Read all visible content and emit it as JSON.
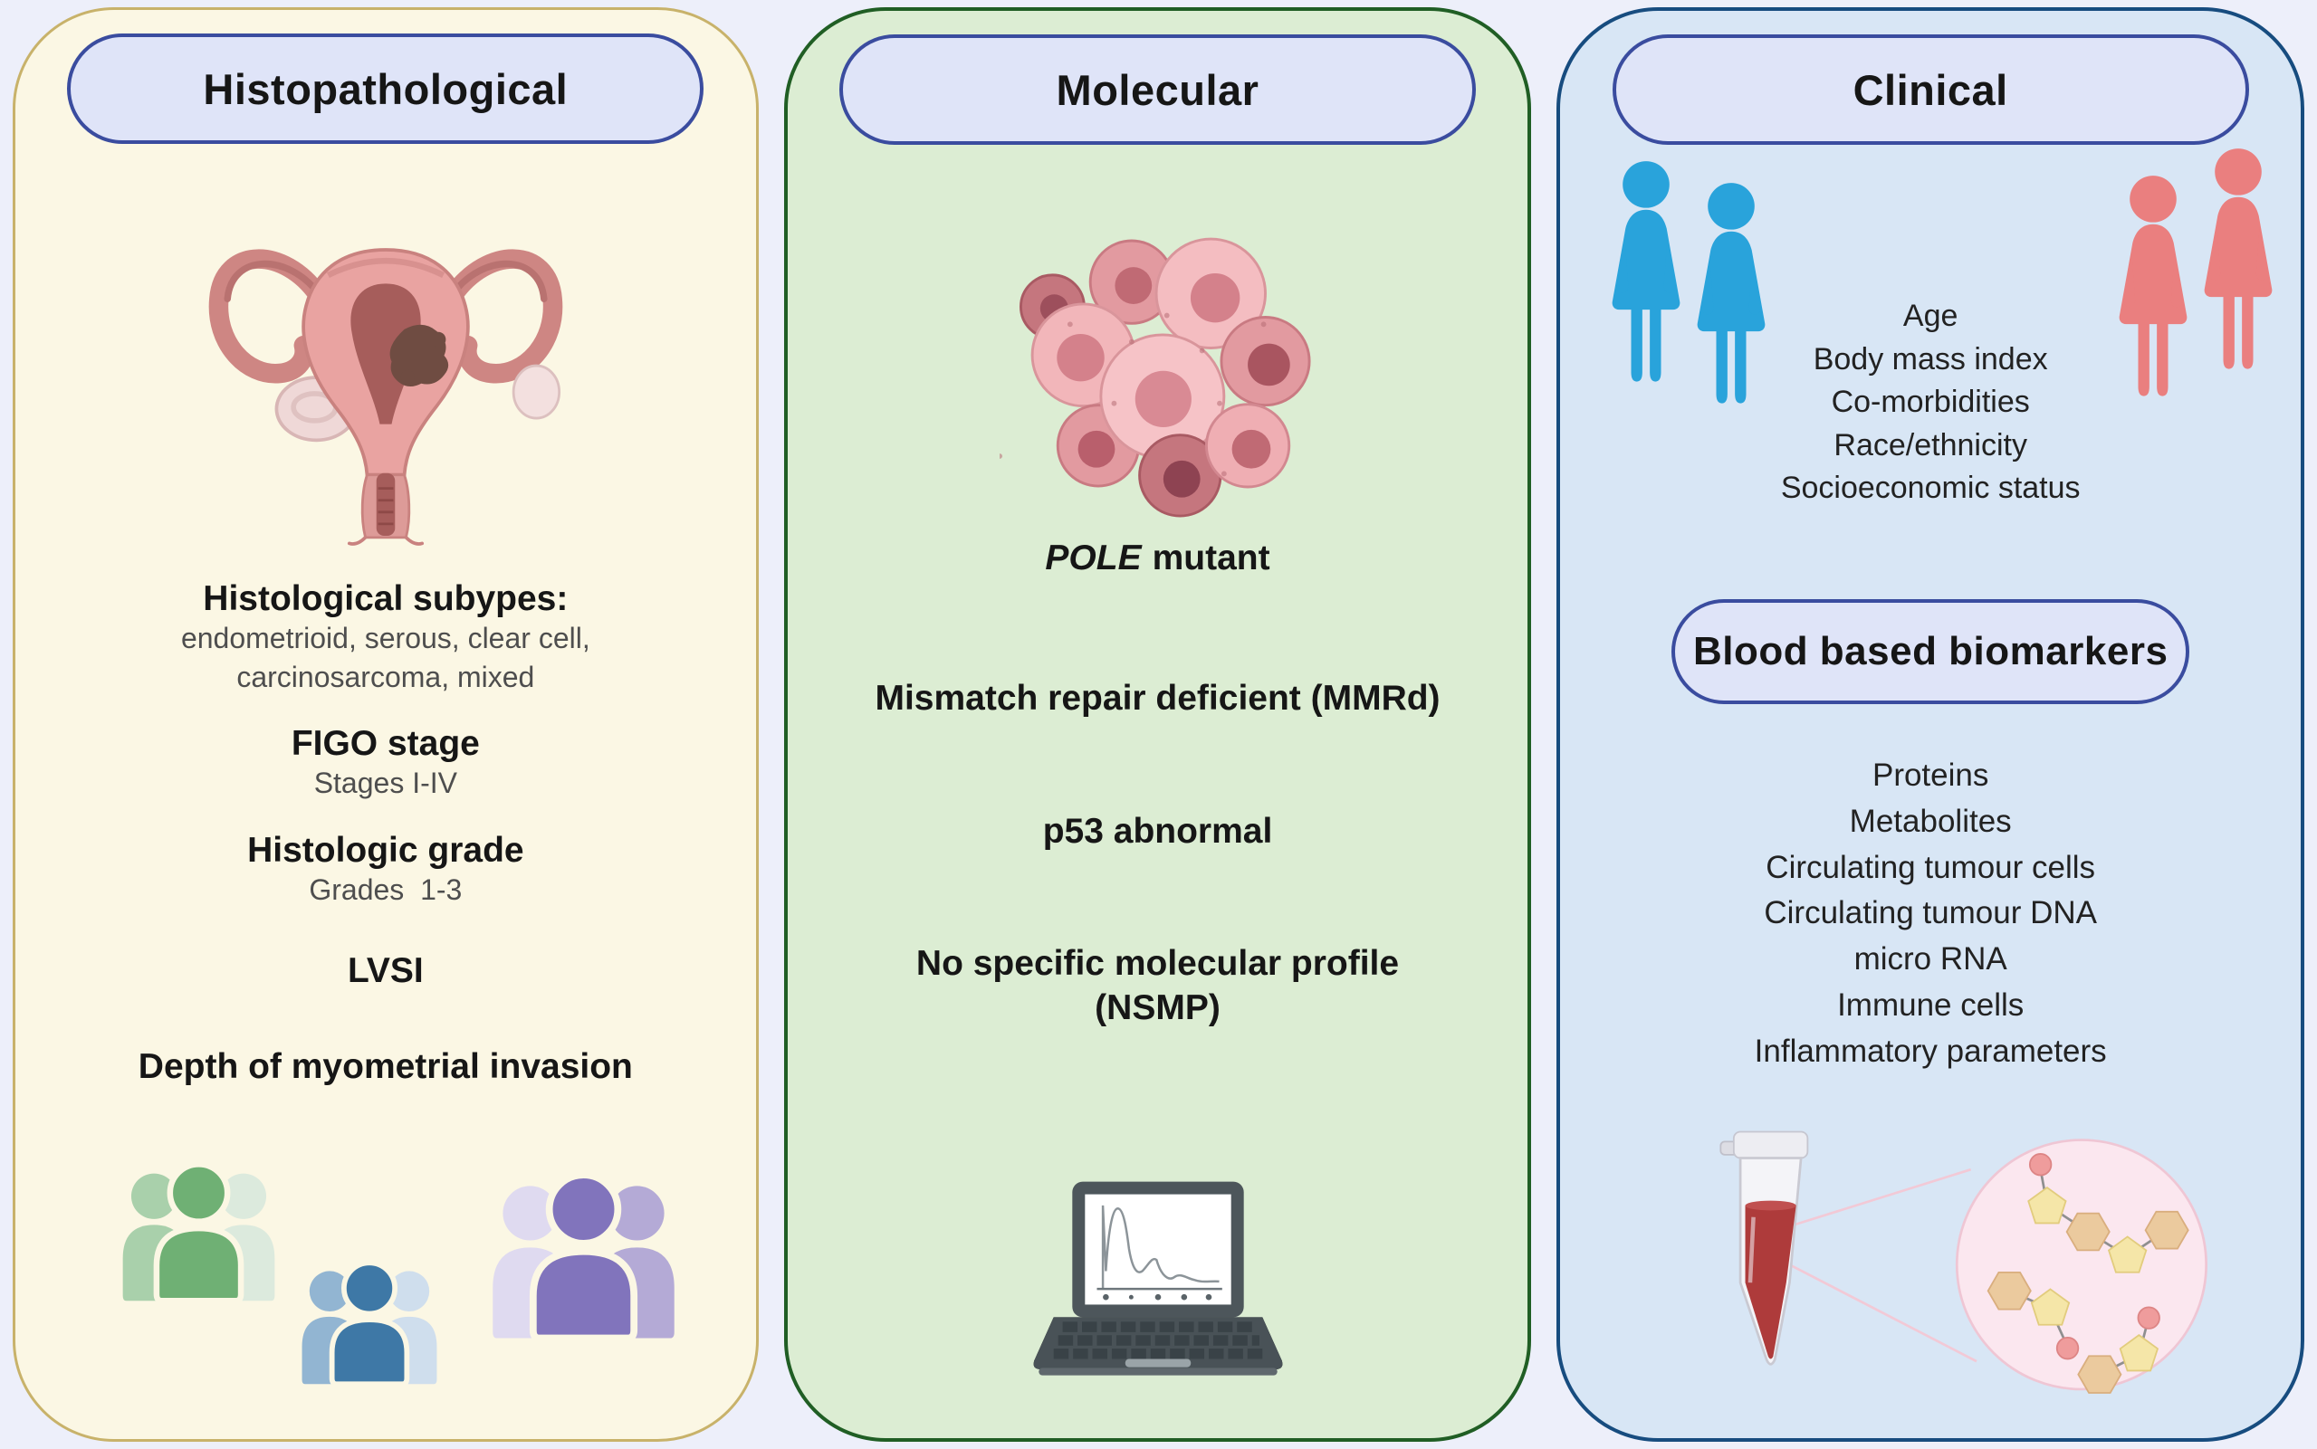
{
  "colors": {
    "page_bg": "#EDEFFA",
    "histo_bg": "#FBF7E4",
    "histo_border": "#C8B26A",
    "mol_bg": "#DCEDD3",
    "mol_border": "#205E24",
    "clin_bg": "#D8E6F5",
    "clin_border": "#174C7F",
    "pill_bg": "#DFE4F8",
    "pill_border": "#3A4C9F",
    "heading_text": "#161616",
    "sub_text": "#4E4E4E",
    "group_green": "#6FB074",
    "group_blue": "#3E78A6",
    "group_purple": "#8174BC",
    "female_blue": "#29A3DB",
    "female_pink": "#EA7F7F",
    "blood_red": "#AE3B3B"
  },
  "histo": {
    "title": "Histopathological",
    "subtypes_heading": "Histological subypes:",
    "subtypes_line1": "endometrioid, serous, clear cell,",
    "subtypes_line2": "carcinosarcoma, mixed",
    "figo_heading": "FIGO stage",
    "figo_sub": "Stages I-IV",
    "grade_heading": "Histologic grade",
    "grade_sub": "Grades  1-3",
    "lvsi": "LVSI",
    "depth": "Depth of myometrial invasion"
  },
  "molecular": {
    "title": "Molecular",
    "pole_gene": "POLE",
    "pole_suffix": "mutant",
    "mmrd": "Mismatch repair deficient (MMRd)",
    "p53": "p53 abnormal",
    "nsmp_line1": "No specific molecular profile",
    "nsmp_line2": "(NSMP)"
  },
  "clinical": {
    "title": "Clinical",
    "demographics": [
      "Age",
      "Body mass index",
      "Co-morbidities",
      "Race/ethnicity",
      "Socioeconomic status"
    ],
    "biomarkers_title": "Blood based biomarkers",
    "biomarkers": [
      "Proteins",
      "Metabolites",
      "Circulating tumour cells",
      "Circulating tumour DNA",
      "micro RNA",
      "Immune cells",
      "Inflammatory parameters"
    ]
  },
  "icons": {
    "uterus": "uterus-with-tumour-illustration",
    "patient_groups": "people-group-icons (green, blue, purple)",
    "tumour_cells": "tumour-cell-cluster-illustration",
    "laptop": "laptop-with-sequencing-chart",
    "females": "female-figure-icons (blue pair, pink pair)",
    "blood_tube": "blood-sample-tube",
    "molecule_zoom": "magnified-molecules-circle"
  }
}
